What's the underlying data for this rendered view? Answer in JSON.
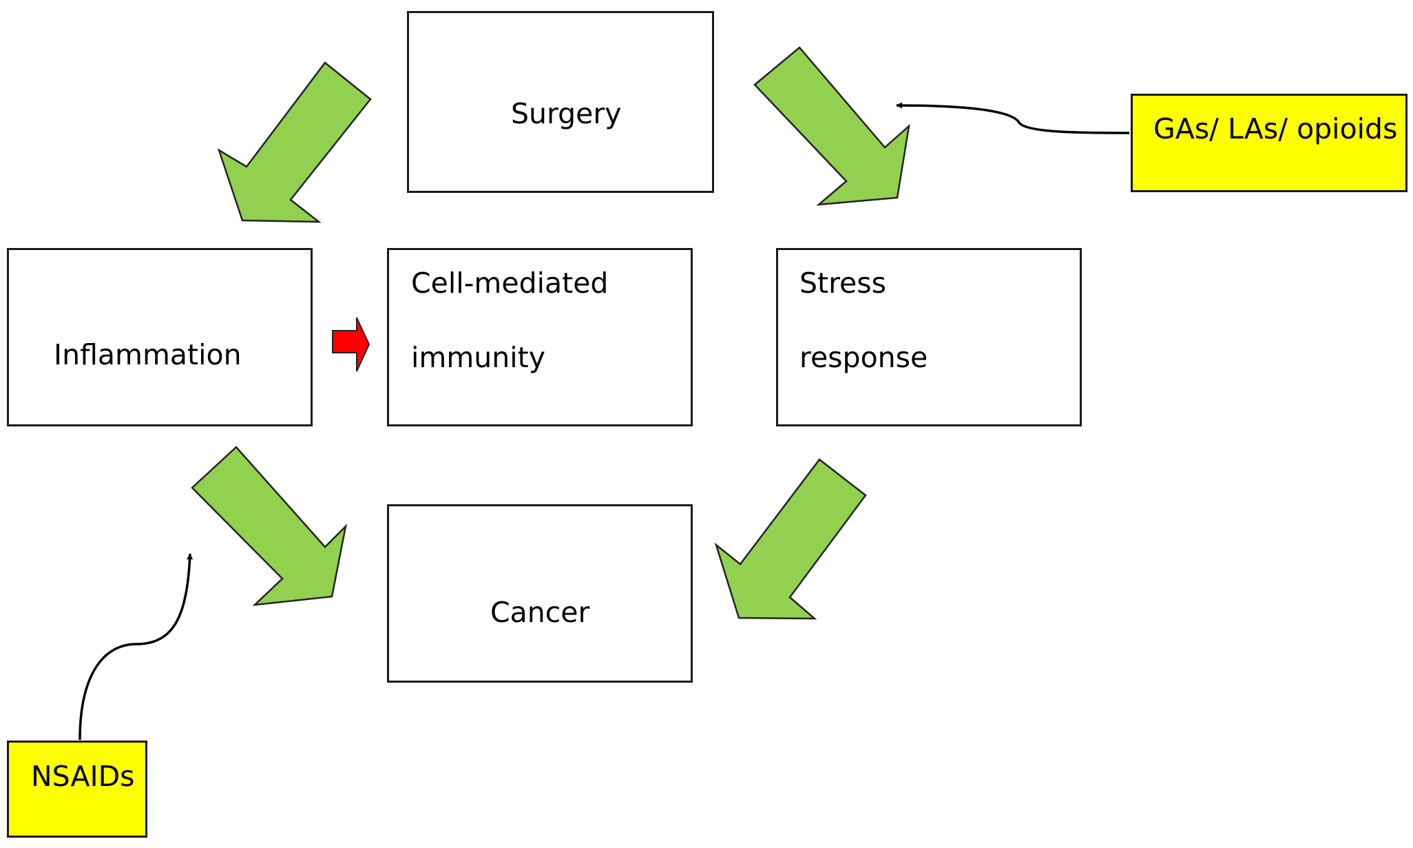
{
  "nodes": {
    "surgery": "Surgery",
    "inflammation": "Inflammation",
    "cell_mediated_immunity": {
      "line1": "Cell-mediated",
      "line2": "immunity"
    },
    "stress_response": {
      "line1": "Stress",
      "line2": "response"
    },
    "cancer": "Cancer"
  },
  "interventions": {
    "anesthesia": "GAs/ LAs/ opioids",
    "nsaids": "NSAIDs"
  },
  "colors": {
    "flow_arrow_fill": "#92d050",
    "effect_arrow_fill": "#ff0000",
    "intervention_fill": "#ffff00",
    "connector": "#000000"
  }
}
